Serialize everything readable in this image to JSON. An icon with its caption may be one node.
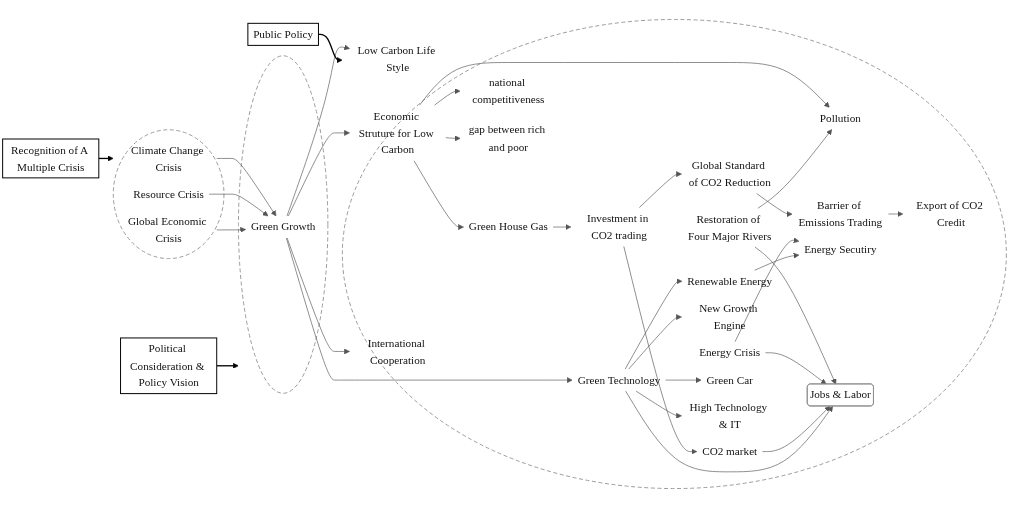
{
  "diagram": {
    "nodes": [
      {
        "text": [
          "Recognition of A Multiple Crisis"
        ]
      },
      {
        "text": [],
        "shape": "ellipse"
      },
      {
        "text": [
          "Climate Change Crisis"
        ],
        "in": 1
      },
      {
        "text": [
          "Resource Crisis"
        ],
        "in": 1
      },
      {
        "text": [
          "Global Economic Crisis"
        ],
        "in": 1
      },
      {
        "text": [
          "Political Consideration & Policy Vision"
        ]
      },
      {
        "text": [],
        "shape": "ellipse"
      },
      {
        "text": [
          "Green Growth"
        ],
        "in": 6
      },
      {
        "text": [
          "Public Policy"
        ]
      },
      {
        "text": [],
        "shape": "ellipse"
      },
      {
        "text": [
          "Low Carbon Life Style"
        ],
        "in": 9
      },
      {
        "text": [
          "Economic Struture for Low Carbon"
        ],
        "in": 9
      },
      {
        "text": [
          "Green Technology"
        ],
        "in": 9
      },
      {
        "text": [
          "International Cooperation"
        ],
        "in": 9
      },
      {
        "text": [
          "Green House Gas"
        ],
        "in": 9
      },
      {
        "text": [
          "Pollution"
        ],
        "in": 9
      },
      {
        "text": [
          "national competitiveness"
        ],
        "in": 9
      },
      {
        "text": [
          "gap between rich and poor"
        ],
        "in": 9
      },
      {
        "text": [
          "Investment in CO2 trading"
        ],
        "in": 9
      },
      {
        "text": [
          "Restoration of Four Major Rivers"
        ],
        "in": 9
      },
      {
        "text": [
          "Global Standard of CO2 Reduction"
        ],
        "in": 9
      },
      {
        "text": [
          "Energy Crisis"
        ],
        "in": 9
      },
      {
        "text": [
          "Barrier of Emissions Trading"
        ],
        "in": 9
      },
      {
        "text": [
          "CO2 market"
        ],
        "in": 9
      },
      {
        "text": [
          "Export of CO2 Credit"
        ],
        "in": 9
      },
      {
        "text": [
          "New Growth Engine"
        ],
        "in": 9
      },
      {
        "text": [
          "Energy Secutiry"
        ],
        "in": 9
      },
      {
        "text": [
          "Jobs & Labor"
        ],
        "in": 9
      },
      {
        "text": [
          "Renewable Energy"
        ],
        "in": 9
      },
      {
        "text": [
          "Green Car"
        ],
        "in": 9
      },
      {
        "text": [
          "High Technology & IT"
        ],
        "in": 9
      }
    ],
    "edges": [
      {
        "from": 0,
        "to": 1,
        "arrow": "to",
        "color": "#000000"
      },
      {
        "from": 5,
        "to": 6,
        "arrow": "to",
        "color": "#000000"
      },
      {
        "from": 8,
        "to": 9,
        "arrow": "to",
        "color": "#000000"
      },
      {
        "from": 2,
        "to": 7,
        "arrow": "to"
      },
      {
        "from": 3,
        "to": 7,
        "arrow": "to"
      },
      {
        "from": 4,
        "to": 7,
        "arrow": "to"
      },
      {
        "from": 7,
        "to": 10,
        "arrow": "to"
      },
      {
        "from": 7,
        "to": 11,
        "arrow": "to"
      },
      {
        "from": 7,
        "to": 12,
        "arrow": "to"
      },
      {
        "from": 7,
        "to": 13,
        "arrow": "to"
      },
      {
        "from": 11,
        "to": 14,
        "arrow": "to"
      },
      {
        "from": 11,
        "to": 15,
        "arrow": "to"
      },
      {
        "from": 11,
        "to": 16,
        "arrow": "to"
      },
      {
        "from": 11,
        "to": 17,
        "arrow": "to"
      },
      {
        "from": 14,
        "to": 18,
        "arrow": "to"
      },
      {
        "from": 19,
        "to": 15,
        "arrow": "to"
      },
      {
        "from": 19,
        "to": 27,
        "arrow": "to"
      },
      {
        "from": 21,
        "to": 27,
        "arrow": "to"
      },
      {
        "from": 21,
        "to": 26,
        "arrow": "to"
      },
      {
        "from": 18,
        "to": 20,
        "arrow": "to"
      },
      {
        "from": 20,
        "to": 22,
        "arrow": "to"
      },
      {
        "from": 22,
        "to": 24,
        "arrow": "to"
      },
      {
        "from": 18,
        "to": 23,
        "arrow": "to"
      },
      {
        "from": 23,
        "to": 27,
        "arrow": "to"
      },
      {
        "from": 12,
        "to": 25,
        "arrow": "to"
      },
      {
        "from": 12,
        "to": 27,
        "arrow": "to"
      },
      {
        "from": 12,
        "to": 28,
        "arrow": "to"
      },
      {
        "from": 12,
        "to": 29,
        "arrow": "to"
      },
      {
        "from": 12,
        "to": 30,
        "arrow": "to"
      },
      {
        "from": 28,
        "to": 26,
        "arrow": "to"
      }
    ]
  }
}
